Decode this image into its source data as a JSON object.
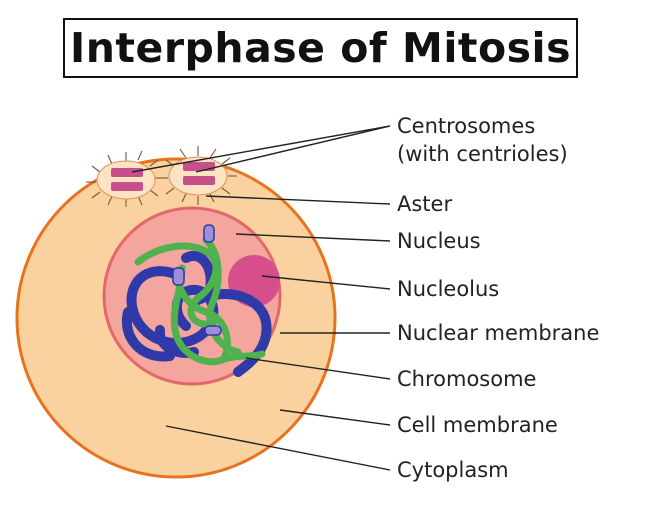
{
  "title": "Interphase of Mitosis",
  "labels": {
    "centrosomes_line1": "Centrosomes",
    "centrosomes_line2": "(with centrioles)",
    "aster": "Aster",
    "nucleus": "Nucleus",
    "nucleolus": "Nucleolus",
    "nuclear_membrane": "Nuclear membrane",
    "chromosome": "Chromosome",
    "cell_membrane": "Cell membrane",
    "cytoplasm": "Cytoplasm"
  },
  "colors": {
    "cell_membrane": "#e8731f",
    "cytoplasm": "#fad2a0",
    "nucleus": "#f3a59e",
    "nuclear_membrane": "#e2686a",
    "nucleolus": "#d64f8c",
    "chromosome_blue": "#2f39a8",
    "chromosome_green": "#4fb24f",
    "centromere": "#9c8fd6",
    "centriole": "#c8508a"
  }
}
